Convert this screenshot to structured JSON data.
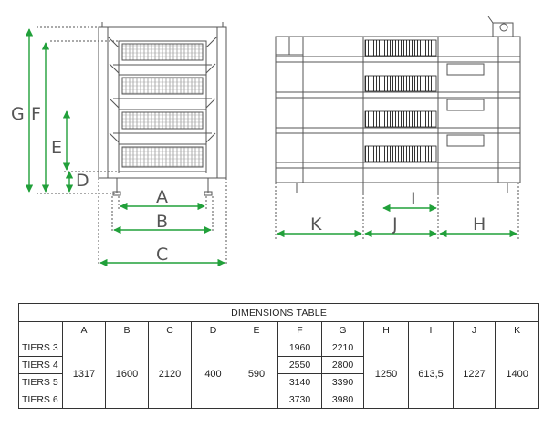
{
  "diagram": {
    "front_view_labels": {
      "G": "G",
      "F": "F",
      "E": "E",
      "D": "D",
      "A": "A",
      "B": "B",
      "C": "C"
    },
    "side_view_labels": {
      "K": "K",
      "I": "I",
      "J": "J",
      "H": "H"
    },
    "colors": {
      "arrow": "#21a03a",
      "lines": "#555555",
      "mesh": "#333333"
    }
  },
  "table": {
    "title": "DIMENSIONS TABLE",
    "headers": [
      "A",
      "B",
      "C",
      "D",
      "E",
      "F",
      "G",
      "H",
      "I",
      "J",
      "K"
    ],
    "tiers": [
      "TIERS 3",
      "TIERS 4",
      "TIERS 5",
      "TIERS 6"
    ],
    "shared": {
      "A": "1317",
      "B": "1600",
      "C": "2120",
      "D": "400",
      "E": "590",
      "H": "1250",
      "I": "613,5",
      "J": "1227",
      "K": "1400"
    },
    "F": [
      "1960",
      "2550",
      "3140",
      "3730"
    ],
    "G": [
      "2210",
      "2800",
      "3390",
      "3980"
    ]
  }
}
